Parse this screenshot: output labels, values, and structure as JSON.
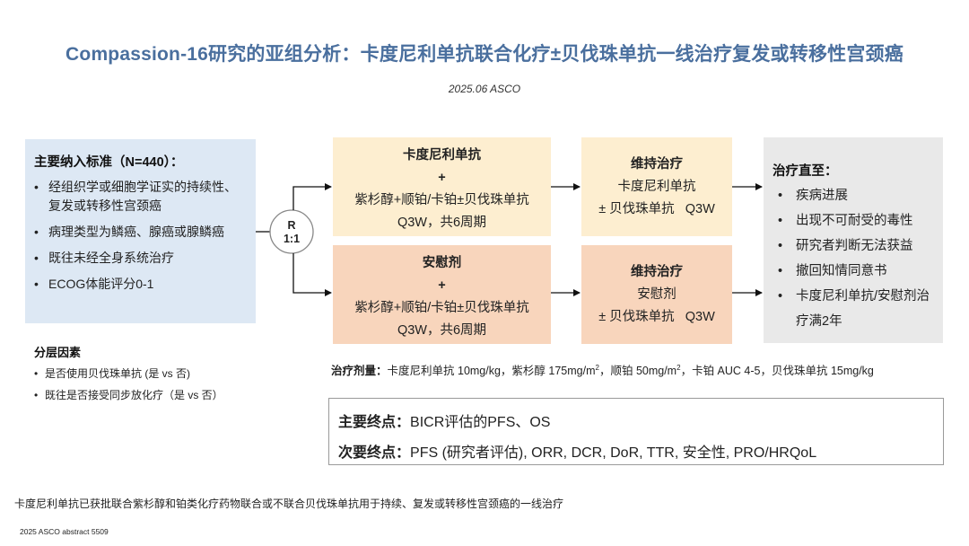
{
  "title": "Compassion-16研究的亚组分析：卡度尼利单抗联合化疗±贝伐珠单抗一线治疗复发或转移性宫颈癌",
  "subtitle": "2025.06 ASCO",
  "inclusion": {
    "title": "主要纳入标准（N=440）：",
    "items": [
      "经组织学或细胞学证实的持续性、复发或转移性宫颈癌",
      "病理类型为鳞癌、腺癌或腺鳞癌",
      "既往未经全身系统治疗",
      "ECOG体能评分0-1"
    ]
  },
  "stratification": {
    "title": "分层因素",
    "items": [
      "是否使用贝伐珠单抗 (是 vs 否)",
      "既往是否接受同步放化疗（是 vs 否）"
    ]
  },
  "randomization": {
    "line1": "R",
    "line2": "1:1"
  },
  "arm1": {
    "drug": "卡度尼利单抗",
    "plus": "+",
    "regimen": "紫杉醇+顺铂/卡铂±贝伐珠单抗",
    "schedule": "Q3W，共6周期"
  },
  "arm2": {
    "drug": "安慰剂",
    "plus": "+",
    "regimen": "紫杉醇+顺铂/卡铂±贝伐珠单抗",
    "schedule": "Q3W，共6周期"
  },
  "maintenance1": {
    "title": "维持治疗",
    "line1": "卡度尼利单抗",
    "line2": "± 贝伐珠单抗   Q3W"
  },
  "maintenance2": {
    "title": "维持治疗",
    "line1": "安慰剂",
    "line2": "± 贝伐珠单抗   Q3W"
  },
  "treat_until": {
    "title": "治疗直至：",
    "items": [
      "疾病进展",
      "出现不可耐受的毒性",
      "研究者判断无法获益",
      "撤回知情同意书",
      "卡度尼利单抗/安慰剂治疗满2年"
    ]
  },
  "dose": {
    "label": "治疗剂量：",
    "part1": "卡度尼利单抗 10mg/kg，紫杉醇 175mg/m",
    "sup1": "2",
    "part2": "，顺铂 50mg/m",
    "sup2": "2",
    "part3": "，卡铂 AUC 4-5，贝伐珠单抗 15mg/kg"
  },
  "endpoints": {
    "primary_label": "主要终点：",
    "primary_value": "BICR评估的PFS、OS",
    "secondary_label": "次要终点：",
    "secondary_value": "PFS (研究者评估), ORR, DCR, DoR, TTR, 安全性, PRO/HRQoL"
  },
  "footnote": "卡度尼利单抗已获批联合紫杉醇和铂类化疗药物联合或不联合贝伐珠单抗用于持续、复发或转移性宫颈癌的一线治疗",
  "reference": "2025 ASCO abstract 5509"
}
